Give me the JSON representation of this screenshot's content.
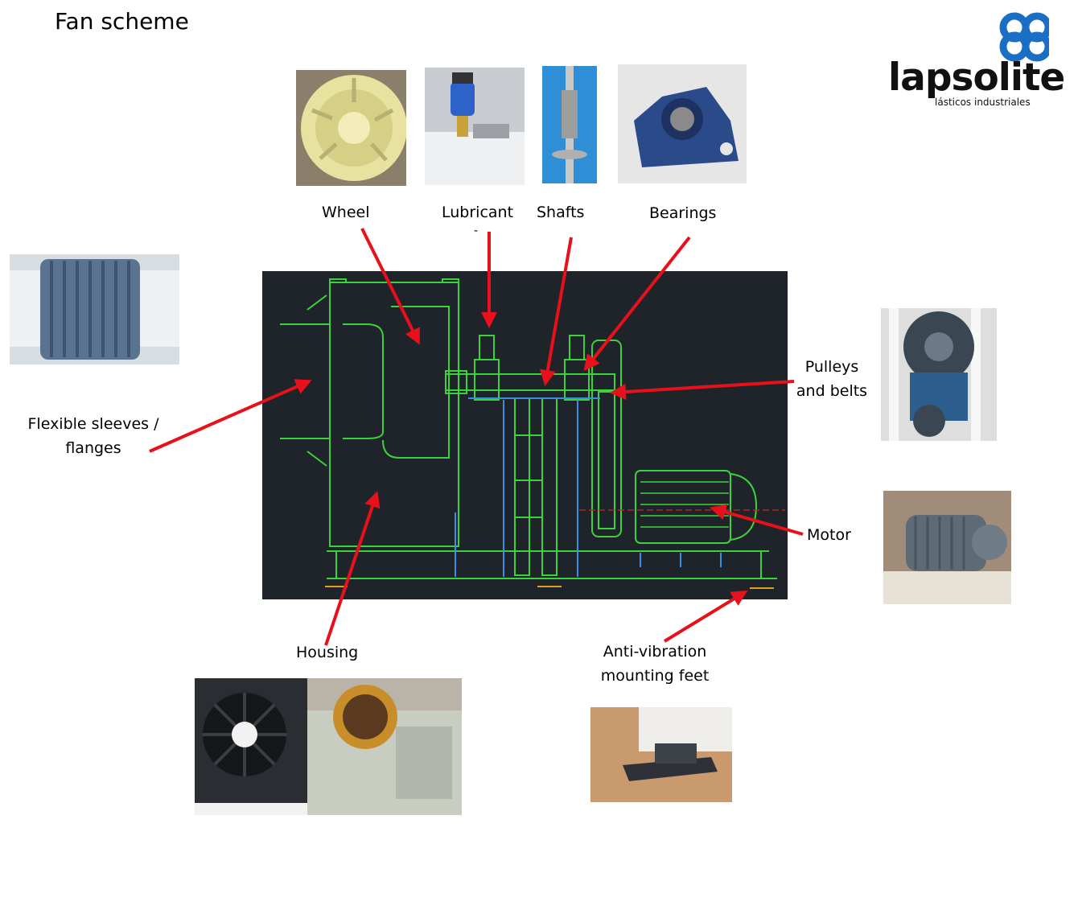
{
  "title": "Fan scheme",
  "logo": {
    "name": "lapsolite",
    "tagline": "lásticos industriales",
    "color": "#1a6fc4"
  },
  "labels": {
    "wheel": "Wheel",
    "lubricant": "Lubricant",
    "lubricant_mark": "-",
    "shafts": "Shafts",
    "bearings": "Bearings",
    "pulleys": "Pulleys\nand belts",
    "flexible": "Flexible sleeves /\nflanges",
    "motor": "Motor",
    "housing": "Housing",
    "feet": "Anti-vibration\nmounting feet"
  },
  "colors": {
    "arrow": "#e8101a",
    "cad_bg": "#1f242b",
    "cad_line": "#3bd23b",
    "cad_blue": "#3a8fe0"
  }
}
